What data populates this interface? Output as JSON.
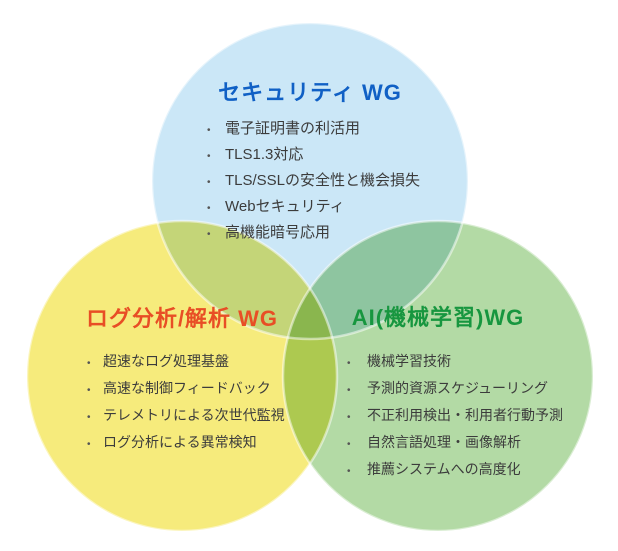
{
  "diagram": {
    "type": "venn",
    "bullet_glyph": "•",
    "groups": [
      {
        "id": "security",
        "title": "セキュリティ WG",
        "title_color": "#1060c5",
        "fill": "#c2e3f6",
        "items": [
          "電子証明書の利活用",
          "TLS1.3対応",
          "TLS/SSLの安全性と機会損失",
          "Webセキュリティ",
          "高機能暗号応用"
        ]
      },
      {
        "id": "log-analysis",
        "title": "ログ分析/解析 WG",
        "title_color": "#e84e25",
        "fill": "#f5e765",
        "items": [
          "超速なログ処理基盤",
          "高速な制御フィードバック",
          "テレメトリによる次世代監視",
          "ログ分析による異常検知"
        ]
      },
      {
        "id": "ai-ml",
        "title": "AI(機械学習)WG",
        "title_color": "#17963f",
        "fill": "#a6d495",
        "items": [
          "機械学習技術",
          "予測的資源スケジューリング",
          "不正利用検出・利用者行動予測",
          "自然言語処理・画像解析",
          "推薦システムへの高度化"
        ]
      }
    ]
  }
}
